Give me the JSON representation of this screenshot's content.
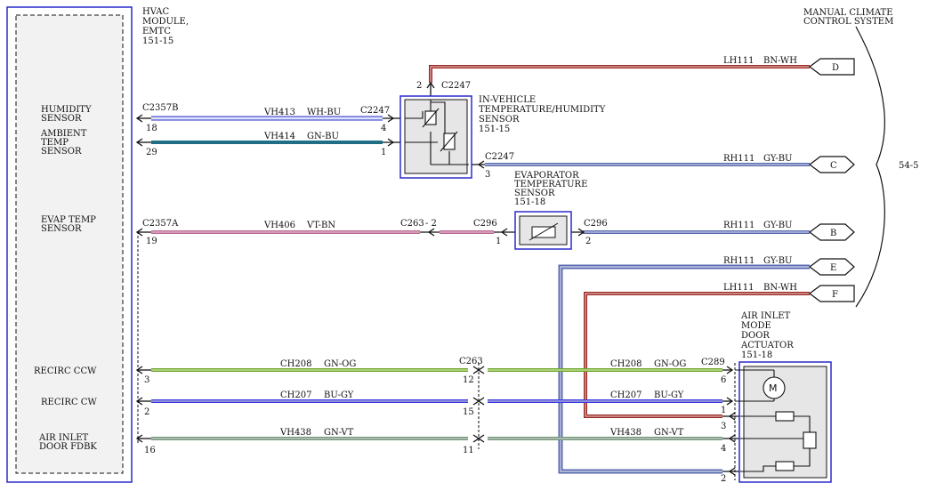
{
  "module": {
    "title_lines": [
      "HVAC",
      "MODULE,",
      "EMTC",
      "151-15"
    ],
    "inputs": [
      {
        "lines": [
          "HUMIDITY",
          "SENSOR"
        ]
      },
      {
        "lines": [
          "AMBIENT",
          "TEMP",
          "SENSOR"
        ]
      },
      {
        "lines": [
          "EVAP TEMP",
          "SENSOR"
        ]
      },
      {
        "lines": [
          "RECIRC CCW"
        ]
      },
      {
        "lines": [
          "RECIRC CW"
        ]
      },
      {
        "lines": [
          "AIR INLET",
          "DOOR FDBK"
        ]
      }
    ]
  },
  "system": {
    "lines": [
      "MANUAL CLIMATE",
      "CONTROL SYSTEM"
    ],
    "ref": "54-5"
  },
  "connectors": {
    "c2357b": "C2357B",
    "c2357a": "C2357A",
    "c2247_top": "C2247",
    "c2247_left": "C2247",
    "c2247_right": "C2247",
    "c263_mid": "C263",
    "c263_dash": "- 2",
    "c296_left": "C296",
    "c296_right": "C296",
    "c263_bottom": "C263",
    "c289": "C289"
  },
  "pins": {
    "p18": "18",
    "p29": "29",
    "p19": "19",
    "p3l": "3",
    "p2l": "2",
    "p16": "16",
    "c2247_4": "4",
    "c2247_1": "1",
    "c2247_2": "2",
    "c2247_3": "3",
    "c296_1": "1",
    "c296_2": "2",
    "c263_12": "12",
    "c263_15": "15",
    "c263_11": "11",
    "act_6": "6",
    "act_1": "1",
    "act_3": "3",
    "act_4": "4",
    "act_2": "2"
  },
  "wires": {
    "vh413": {
      "circuit": "VH413",
      "color": "WH-BU"
    },
    "vh414": {
      "circuit": "VH414",
      "color": "GN-BU"
    },
    "vh406": {
      "circuit": "VH406",
      "color": "VT-BN"
    },
    "lh111_d": {
      "circuit": "LH111",
      "color": "BN-WH"
    },
    "rh111_c": {
      "circuit": "RH111",
      "color": "GY-BU"
    },
    "rh111_b": {
      "circuit": "RH111",
      "color": "GY-BU"
    },
    "rh111_e": {
      "circuit": "RH111",
      "color": "GY-BU"
    },
    "lh111_f": {
      "circuit": "LH111",
      "color": "BN-WH"
    },
    "ch208_l": {
      "circuit": "CH208",
      "color": "GN-OG"
    },
    "ch208_r": {
      "circuit": "CH208",
      "color": "GN-OG"
    },
    "ch207_l": {
      "circuit": "CH207",
      "color": "BU-GY"
    },
    "ch207_r": {
      "circuit": "CH207",
      "color": "BU-GY"
    },
    "vh438_l": {
      "circuit": "VH438",
      "color": "GN-VT"
    },
    "vh438_r": {
      "circuit": "VH438",
      "color": "GN-VT"
    }
  },
  "components": {
    "in_vehicle": {
      "lines": [
        "IN-VEHICLE",
        "TEMPERATURE/HUMIDITY",
        "SENSOR",
        "151-15"
      ]
    },
    "evaporator": {
      "lines": [
        "EVAPORATOR",
        "TEMPERATURE",
        "SENSOR",
        "151-18"
      ]
    },
    "actuator": {
      "lines": [
        "AIR INLET",
        "MODE",
        "DOOR",
        "ACTUATOR",
        "151-18"
      ]
    }
  },
  "offpage": {
    "d": "D",
    "c": "C",
    "b": "B",
    "e": "E",
    "f": "F"
  },
  "colors": {
    "outline": "#2a2acc",
    "white_blue": "#c8d4f0",
    "green_blue": "#1f6e86",
    "violet_brown": "#b86a92",
    "brown_white": "#9a2a26",
    "gray_blue": "#5a6ab0",
    "green_orange": "#6aa52a",
    "blue_gray": "#3a3ae0",
    "green_violet": "#6c9a6c"
  }
}
